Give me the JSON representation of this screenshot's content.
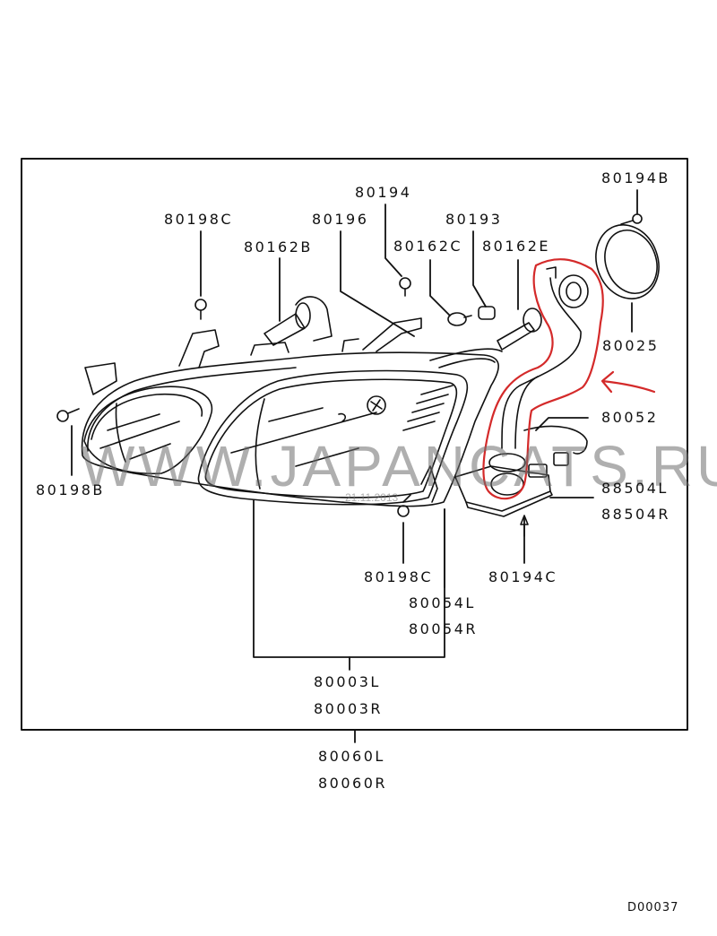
{
  "diagram": {
    "title": "Headlamp assembly parts diagram",
    "diagram_code": "D00037",
    "watermark": "WWW.JAPANCATS.RU",
    "watermark_date": "21.11.2013",
    "colors": {
      "line": "#111111",
      "annotation": "#d42a2a",
      "watermark": "#8a8a8a"
    },
    "part_labels": {
      "p80198C_top": "80198C",
      "p80162B": "80162B",
      "p80196": "80196",
      "p80194": "80194",
      "p80193": "80193",
      "p80162C": "80162C",
      "p80162E": "80162E",
      "p80194B": "80194B",
      "p80025": "80025",
      "p80052": "80052",
      "p88504L": "88504L",
      "p88504R": "88504R",
      "p80194C": "80194C",
      "p80198B": "80198B",
      "p80198C_bottom": "80198C",
      "p80054L": "80054L",
      "p80054R": "80054R",
      "p80003L": "80003L",
      "p80003R": "80003R",
      "p80060L": "80060L",
      "p80060R": "80060R"
    },
    "annotation": {
      "highlight": "red freehand outline around bulb socket wiring harness",
      "arrow": "red arrow pointing at highlighted wiring"
    }
  }
}
